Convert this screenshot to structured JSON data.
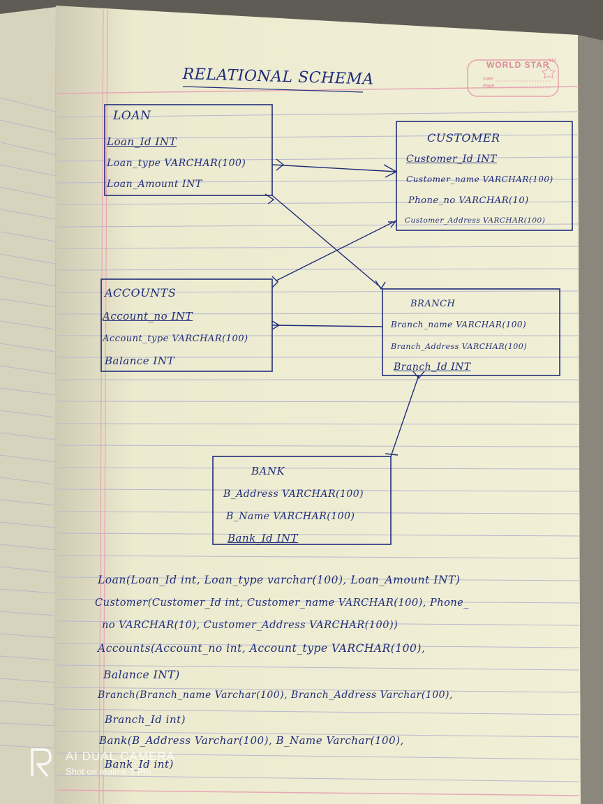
{
  "brand": {
    "name": "WORLD STAR",
    "tm": "TM",
    "date_label": "Date",
    "page_label": "Page"
  },
  "heading": "RELATIONAL SCHEMA",
  "tables": {
    "loan": {
      "title": "LOAN",
      "fields": [
        "Loan_Id INT",
        "Loan_type VARCHAR(100)",
        "Loan_Amount INT"
      ]
    },
    "customer": {
      "title": "CUSTOMER",
      "fields": [
        "Customer_Id INT",
        "Customer_name VARCHAR(100)",
        "Phone_no VARCHAR(10)",
        "Customer_Address VARCHAR(100)"
      ]
    },
    "accounts": {
      "title": "ACCOUNTS",
      "fields": [
        "Account_no INT",
        "Account_type VARCHAR(100)",
        "Balance INT"
      ]
    },
    "branch": {
      "title": "BRANCH",
      "fields": [
        "Branch_name VARCHAR(100)",
        "Branch_Address VARCHAR(100)",
        "Branch_Id INT"
      ]
    },
    "bank": {
      "title": "BANK",
      "fields": [
        "B_Address VARCHAR(100)",
        "B_Name VARCHAR(100)",
        "Bank_Id INT"
      ]
    }
  },
  "relations": [
    "Loan(Loan_Id int, Loan_type varchar(100), Loan_Amount INT)",
    "Customer(Customer_Id int, Customer_name VARCHAR(100), Phone_",
    "no VARCHAR(10), Customer_Address VARCHAR(100))",
    "Accounts(Account_no int, Account_type VARCHAR(100),",
    "Balance INT)",
    "Branch(Branch_name Varchar(100), Branch_Address Varchar(100),",
    "Branch_Id int)",
    "Bank(B_Address Varchar(100), B_Name Varchar(100),",
    "Bank_Id int)"
  ],
  "watermark": {
    "line1": "AI DUAL CAMERA",
    "line2": "Shot on realme 3 Pro"
  }
}
